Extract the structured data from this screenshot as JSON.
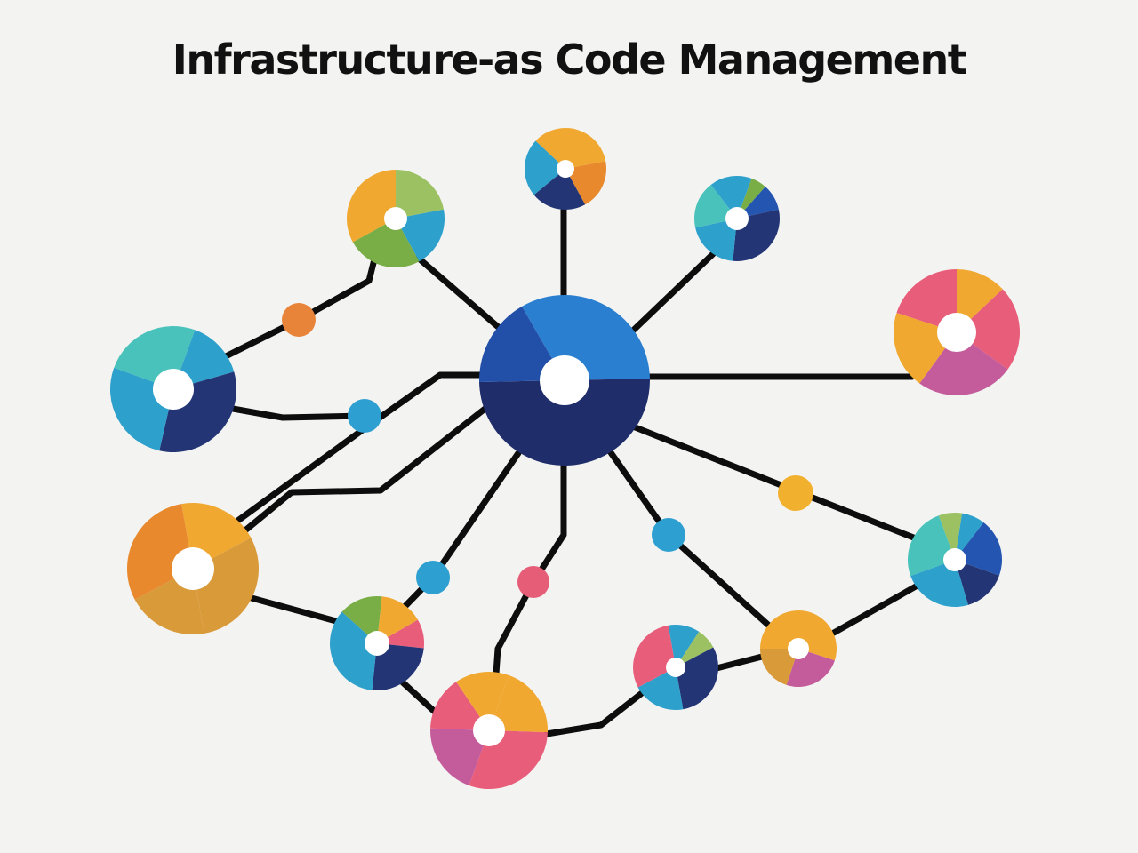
{
  "title": "Infrastructure-as Code Management",
  "colors": {
    "background": "#f3f3f2",
    "edge": "#0d0d0d",
    "hub_light": "#2a7fd0",
    "hub_mid": "#2250a8",
    "hub_dark": "#1f2d6b",
    "orange": "#f0a830",
    "dark_orange": "#e8892d",
    "amber": "#d99a3a",
    "green": "#79ad45",
    "light_green": "#9cc162",
    "teal": "#48c2ba",
    "cyan": "#2da0cc",
    "blue": "#2455b0",
    "navy": "#233575",
    "pink": "#e85d7a",
    "magenta": "#c45c9c",
    "orange_dot": "#e8843a",
    "yellow_dot": "#f2b02f",
    "cyan_dot": "#2d9fd0",
    "pink_dot": "#e65d78"
  },
  "nodes": [
    {
      "id": "hub",
      "name": "hub-node",
      "segments": [
        [
          "hub_light",
          0.33
        ],
        [
          "hub_dark",
          0.5
        ],
        [
          "hub_mid",
          0.17
        ]
      ],
      "start": -30
    },
    {
      "id": "n1",
      "name": "node-top-left",
      "segments": [
        [
          "light_green",
          0.22
        ],
        [
          "cyan",
          0.2
        ],
        [
          "green",
          0.25
        ],
        [
          "orange",
          0.33
        ]
      ],
      "start": 0
    },
    {
      "id": "n2",
      "name": "node-top",
      "segments": [
        [
          "orange",
          0.22
        ],
        [
          "dark_orange",
          0.2
        ],
        [
          "navy",
          0.22
        ],
        [
          "cyan",
          0.23
        ],
        [
          "orange",
          0.13
        ]
      ],
      "start": 0
    },
    {
      "id": "n3",
      "name": "node-top-right",
      "segments": [
        [
          "green",
          0.06
        ],
        [
          "blue",
          0.1
        ],
        [
          "navy",
          0.3
        ],
        [
          "cyan",
          0.2
        ],
        [
          "teal",
          0.18
        ],
        [
          "cyan",
          0.16
        ]
      ],
      "start": 20
    },
    {
      "id": "n4",
      "name": "node-left",
      "segments": [
        [
          "cyan",
          0.15
        ],
        [
          "navy",
          0.33
        ],
        [
          "cyan",
          0.27
        ],
        [
          "teal",
          0.25
        ]
      ],
      "start": 20
    },
    {
      "id": "n5",
      "name": "node-right",
      "segments": [
        [
          "orange",
          0.13
        ],
        [
          "pink",
          0.22
        ],
        [
          "magenta",
          0.25
        ],
        [
          "orange",
          0.2
        ],
        [
          "pink",
          0.2
        ]
      ],
      "start": 0
    },
    {
      "id": "n6",
      "name": "node-lower-left",
      "segments": [
        [
          "orange",
          0.2
        ],
        [
          "amber",
          0.3
        ],
        [
          "amber",
          0.2
        ],
        [
          "dark_orange",
          0.3
        ]
      ],
      "start": -10
    },
    {
      "id": "n7",
      "name": "node-lower-right",
      "segments": [
        [
          "light_green",
          0.08
        ],
        [
          "cyan",
          0.08
        ],
        [
          "blue",
          0.2
        ],
        [
          "navy",
          0.15
        ],
        [
          "cyan",
          0.24
        ],
        [
          "teal",
          0.25
        ]
      ],
      "start": -20
    },
    {
      "id": "n8",
      "name": "node-bottom-left",
      "segments": [
        [
          "pink",
          0.1
        ],
        [
          "navy",
          0.25
        ],
        [
          "cyan",
          0.35
        ],
        [
          "green",
          0.15
        ],
        [
          "orange",
          0.15
        ]
      ],
      "start": 60
    },
    {
      "id": "n9",
      "name": "node-bottom-center",
      "segments": [
        [
          "orange",
          0.2
        ],
        [
          "pink",
          0.3
        ],
        [
          "magenta",
          0.2
        ],
        [
          "pink",
          0.15
        ],
        [
          "orange",
          0.15
        ]
      ],
      "start": 20
    },
    {
      "id": "n10",
      "name": "node-bottom-right-a",
      "segments": [
        [
          "cyan",
          0.12
        ],
        [
          "light_green",
          0.08
        ],
        [
          "navy",
          0.3
        ],
        [
          "cyan",
          0.2
        ],
        [
          "pink",
          0.3
        ]
      ],
      "start": -10
    },
    {
      "id": "n11",
      "name": "node-bottom-right-b",
      "segments": [
        [
          "orange",
          0.3
        ],
        [
          "magenta",
          0.25
        ],
        [
          "amber",
          0.2
        ],
        [
          "orange",
          0.25
        ]
      ],
      "start": 0
    }
  ],
  "connectors": [
    {
      "id": "d1",
      "name": "connector-dot-orange",
      "color": "orange_dot"
    },
    {
      "id": "d2",
      "name": "connector-dot-cyan-left",
      "color": "cyan_dot"
    },
    {
      "id": "d3",
      "name": "connector-dot-yellow",
      "color": "yellow_dot"
    },
    {
      "id": "d4",
      "name": "connector-dot-cyan-right",
      "color": "cyan_dot"
    },
    {
      "id": "d5",
      "name": "connector-dot-cyan-lower",
      "color": "cyan_dot"
    },
    {
      "id": "d6",
      "name": "connector-dot-pink",
      "color": "pink_dot"
    }
  ],
  "edges": [
    {
      "from": "hub",
      "to": "n1"
    },
    {
      "from": "hub",
      "to": "n2"
    },
    {
      "from": "hub",
      "to": "n3"
    },
    {
      "from": "hub",
      "to": "n5"
    },
    {
      "from": "n1",
      "to": "n4"
    },
    {
      "from": "n4",
      "to": "d2"
    },
    {
      "from": "hub",
      "to": "n6"
    },
    {
      "from": "hub",
      "to": "n6"
    },
    {
      "from": "hub",
      "to": "n8"
    },
    {
      "from": "hub",
      "to": "n9"
    },
    {
      "from": "hub",
      "to": "n11"
    },
    {
      "from": "hub",
      "to": "n7"
    },
    {
      "from": "n6",
      "to": "n8"
    },
    {
      "from": "n8",
      "to": "n9"
    },
    {
      "from": "n9",
      "to": "n10"
    },
    {
      "from": "n10",
      "to": "n11"
    },
    {
      "from": "n11",
      "to": "n7"
    }
  ]
}
